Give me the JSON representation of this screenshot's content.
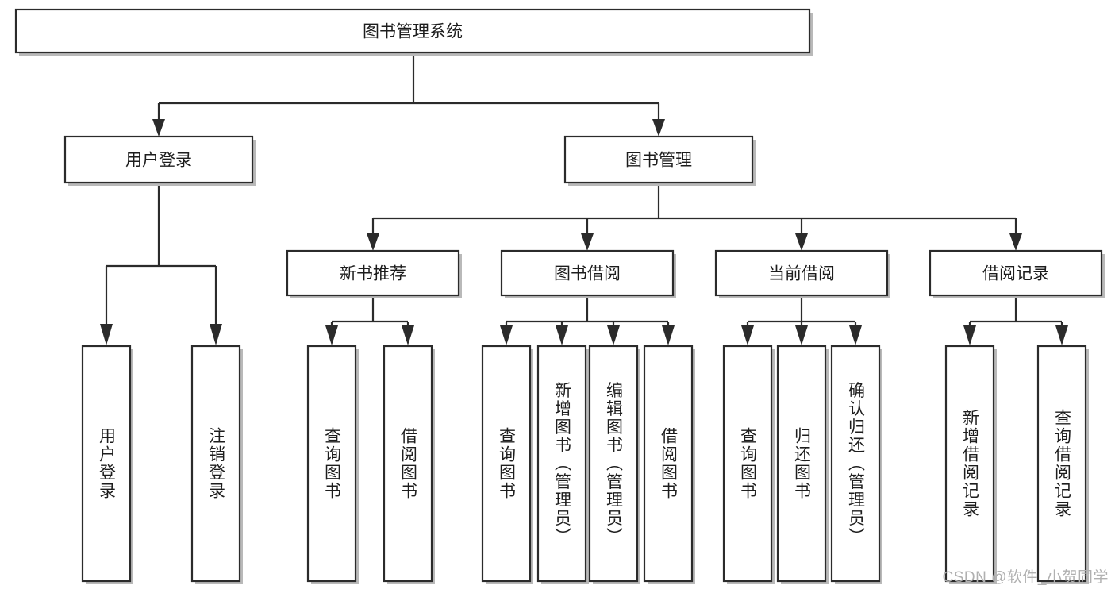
{
  "diagram": {
    "type": "tree",
    "title": "图书管理系统",
    "watermark": "CSDN @软件_小贺同学",
    "colors": {
      "background": "#ffffff",
      "stroke": "#2b2b2b",
      "node_fill": "#ffffff",
      "text": "#1d1d1d",
      "shadow": "#b9b9b9",
      "watermark": "#b0b0b0"
    },
    "levels": {
      "root": {
        "label": "图书管理系统"
      },
      "level1": [
        {
          "label": "用户登录"
        },
        {
          "label": "图书管理"
        }
      ],
      "level2": [
        {
          "label": "新书推荐",
          "parent": "图书管理"
        },
        {
          "label": "图书借阅",
          "parent": "图书管理"
        },
        {
          "label": "当前借阅",
          "parent": "图书管理"
        },
        {
          "label": "借阅记录",
          "parent": "图书管理"
        }
      ],
      "leaves": [
        {
          "label": "用户登录",
          "parent": "用户登录"
        },
        {
          "label": "注销登录",
          "parent": "用户登录"
        },
        {
          "label": "查询图书",
          "parent": "新书推荐"
        },
        {
          "label": "借阅图书",
          "parent": "新书推荐"
        },
        {
          "label": "查询图书",
          "parent": "图书借阅"
        },
        {
          "label": "新增图书（管理员）",
          "parent": "图书借阅"
        },
        {
          "label": "编辑图书（管理员）",
          "parent": "图书借阅"
        },
        {
          "label": "借阅图书",
          "parent": "图书借阅"
        },
        {
          "label": "查询图书",
          "parent": "当前借阅"
        },
        {
          "label": "归还图书",
          "parent": "当前借阅"
        },
        {
          "label": "确认归还（管理员）",
          "parent": "当前借阅"
        },
        {
          "label": "新增借阅记录",
          "parent": "借阅记录"
        },
        {
          "label": "查询借阅记录",
          "parent": "借阅记录"
        }
      ]
    }
  }
}
